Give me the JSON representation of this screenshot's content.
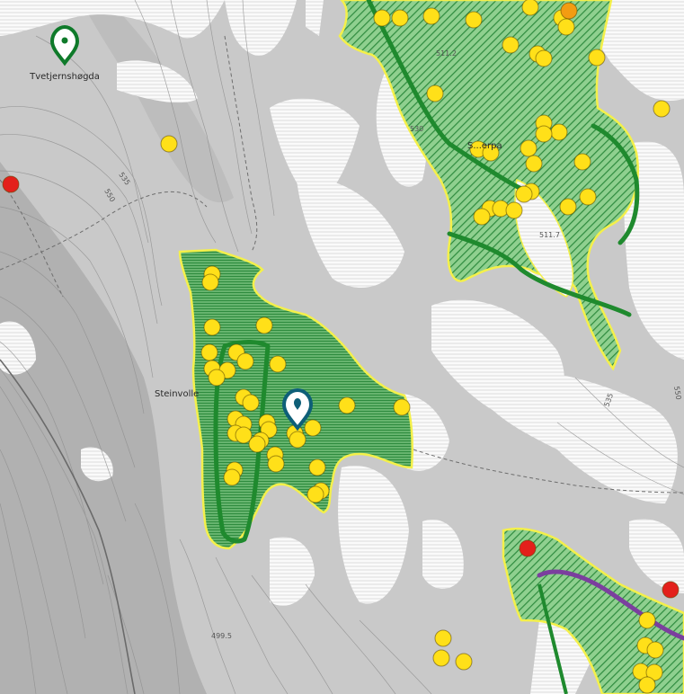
{
  "places": {
    "tvetjernshogda": "Tvetjernshøgda",
    "steinvolle": "Steinvolle",
    "northeast_area": "S...erpa"
  },
  "elevations": {
    "e535_a": "535",
    "e550_a": "550",
    "e530": "530",
    "e5112": "511.2",
    "e5117": "511.7",
    "e535_b": "535",
    "e550_b": "550",
    "e4995": "499.5"
  },
  "colors": {
    "hatch_green": "#2e8b3e",
    "area_fill": "#6fbf73",
    "outline_yellow": "#f4f04a",
    "route_green": "#1f8a2e",
    "route_purple": "#7b3f9e",
    "point_yellow": "#ffe019",
    "point_red": "#e3201b",
    "point_orange": "#f39c12",
    "pin_green": "#0f7a2a",
    "pin_teal": "#0e5f78"
  },
  "icons": {
    "pin_north": "map-pin-icon",
    "pin_selected": "map-pin-icon"
  }
}
